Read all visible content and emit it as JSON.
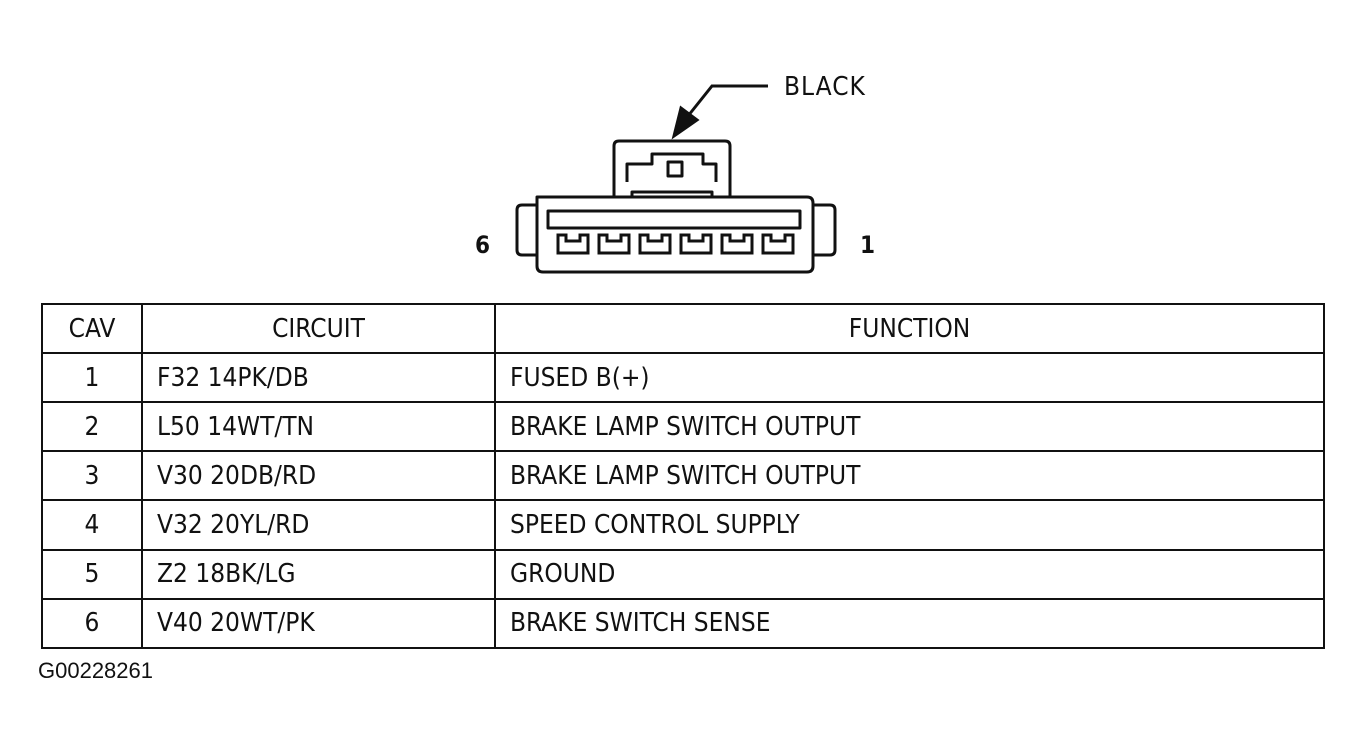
{
  "connector": {
    "color_label": "BLACK",
    "pin_left": "6",
    "pin_right": "1"
  },
  "table": {
    "headers": [
      "CAV",
      "CIRCUIT",
      "FUNCTION"
    ],
    "rows": [
      {
        "cav": "1",
        "circuit": "F32 14PK/DB",
        "function": "FUSED B(+)"
      },
      {
        "cav": "2",
        "circuit": "L50 14WT/TN",
        "function": "BRAKE LAMP SWITCH OUTPUT"
      },
      {
        "cav": "3",
        "circuit": "V30 20DB/RD",
        "function": "BRAKE LAMP SWITCH OUTPUT"
      },
      {
        "cav": "4",
        "circuit": "V32 20YL/RD",
        "function": "SPEED CONTROL SUPPLY"
      },
      {
        "cav": "5",
        "circuit": "Z2 18BK/LG",
        "function": "GROUND"
      },
      {
        "cav": "6",
        "circuit": "V40 20WT/PK",
        "function": "BRAKE SWITCH SENSE"
      }
    ]
  },
  "figure_id": "G00228261"
}
